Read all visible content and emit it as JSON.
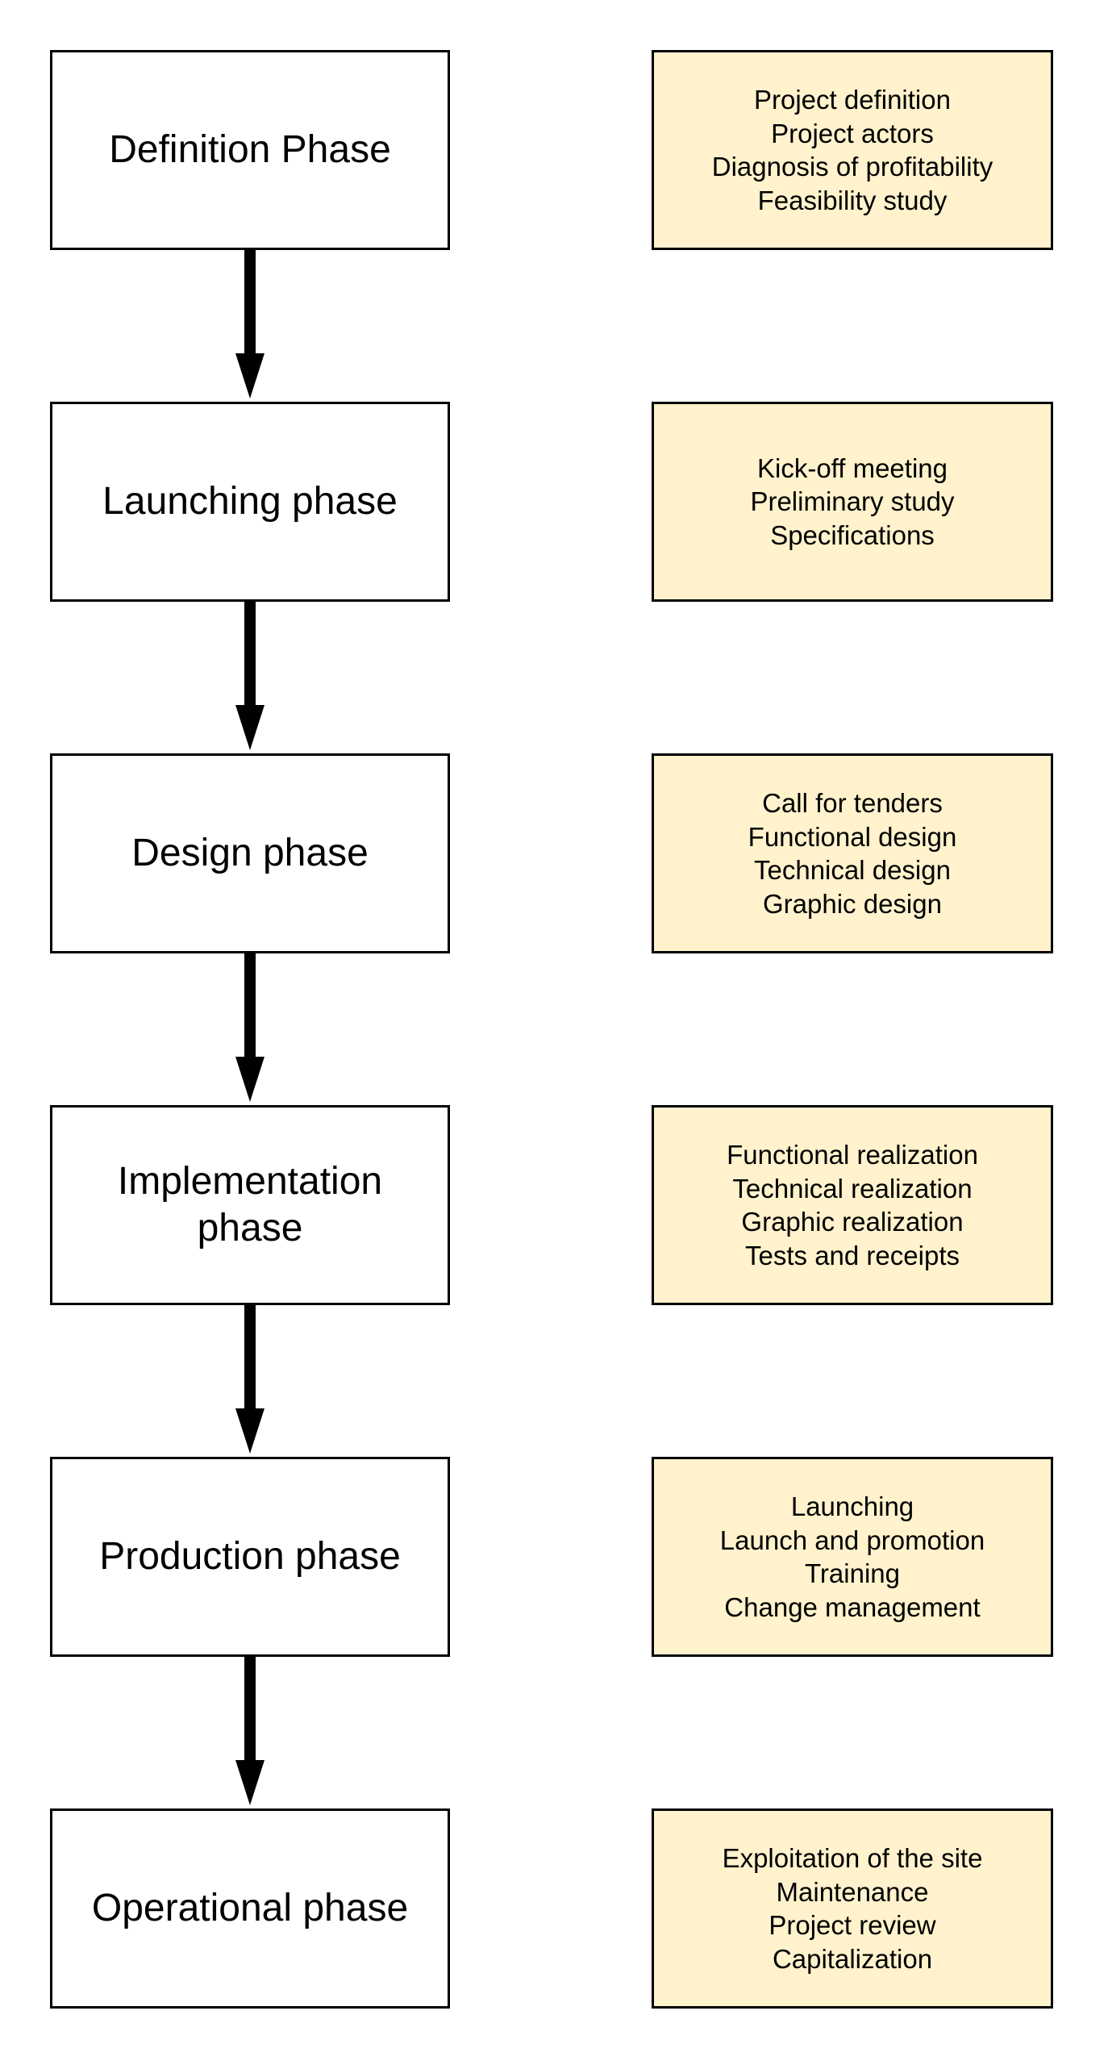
{
  "phases": [
    {
      "label": "Definition Phase",
      "details": [
        "Project definition",
        "Project actors",
        "Diagnosis of profitability",
        "Feasibility study"
      ]
    },
    {
      "label": "Launching phase",
      "details": [
        "Kick-off meeting",
        "Preliminary study",
        "Specifications"
      ]
    },
    {
      "label": "Design phase",
      "details": [
        "Call for tenders",
        "Functional design",
        "Technical design",
        "Graphic design"
      ]
    },
    {
      "label": "Implementation phase",
      "details": [
        "Functional realization",
        "Technical realization",
        "Graphic realization",
        "Tests and receipts"
      ]
    },
    {
      "label": "Production phase",
      "details": [
        "Launching",
        "Launch and promotion",
        "Training",
        "Change management"
      ]
    },
    {
      "label": "Operational phase",
      "details": [
        "Exploitation of the site",
        "Maintenance",
        "Project review",
        "Capitalization"
      ]
    }
  ],
  "colors": {
    "phase_fill": "#ffffff",
    "details_fill": "#fff2cc",
    "stroke": "#000000"
  }
}
